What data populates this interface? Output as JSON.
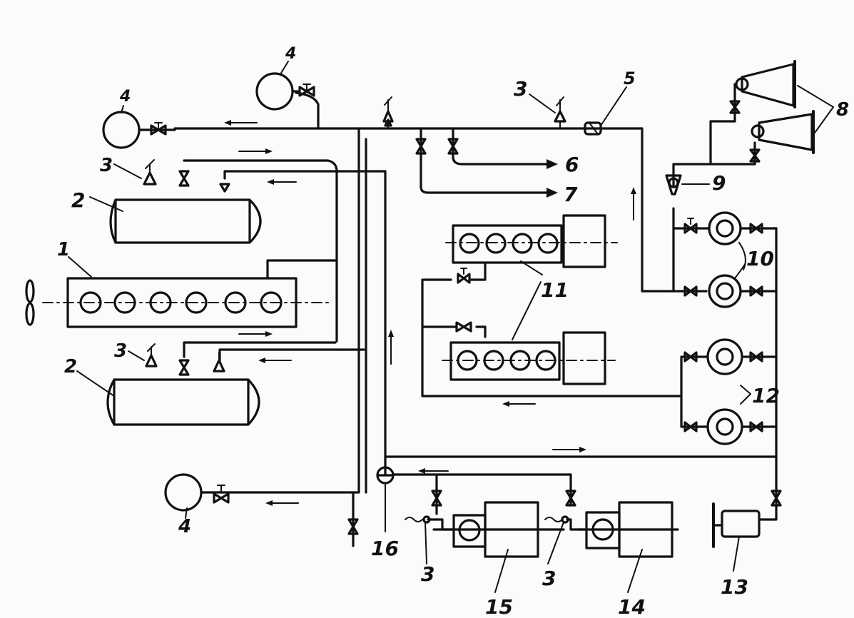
{
  "labels": {
    "l1": "1",
    "l2a": "2",
    "l2b": "2",
    "l3a": "3",
    "l3b": "3",
    "l3c": "3",
    "l3d": "3",
    "l3e": "3",
    "l4a": "4",
    "l4b": "4",
    "l4c": "4",
    "l5": "5",
    "l6": "6",
    "l7": "7",
    "l8": "8",
    "l9": "9",
    "l10": "10",
    "l11": "11",
    "l12": "12",
    "l13": "13",
    "l14": "14",
    "l15": "15",
    "l16": "16"
  }
}
